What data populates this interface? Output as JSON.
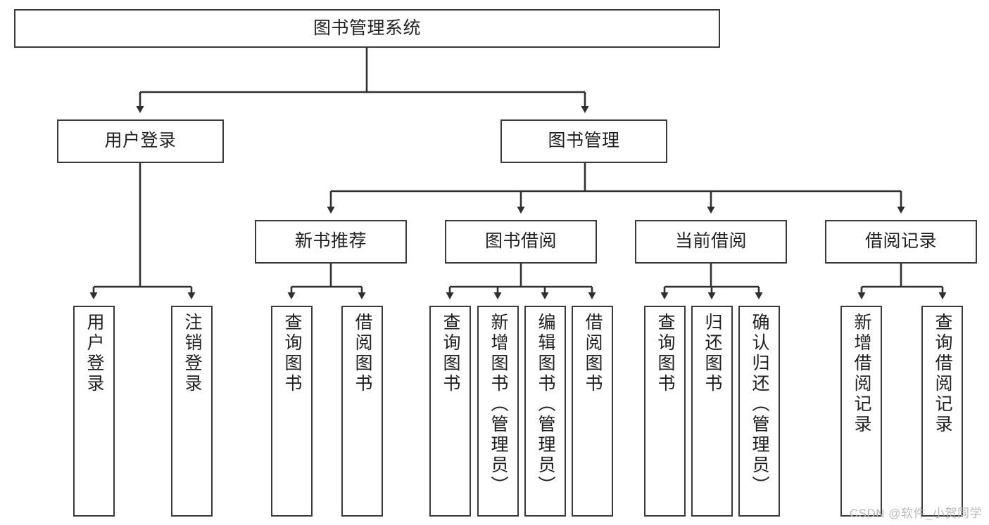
{
  "diagram": {
    "type": "tree",
    "title": "图书管理系统",
    "orientation": "top-down",
    "colors": {
      "background": "#ffffff",
      "node_border": "#3a3a3a",
      "node_fill": "#ffffff",
      "edge": "#2f2f2f",
      "text": "#1f1f1f",
      "watermark": "#b9b9b9"
    },
    "nodes": {
      "root": {
        "label": "图书管理系统"
      },
      "level2": [
        {
          "label": "用户登录"
        },
        {
          "label": "图书管理"
        }
      ],
      "level3": [
        {
          "label": "新书推荐"
        },
        {
          "label": "图书借阅"
        },
        {
          "label": "当前借阅"
        },
        {
          "label": "借阅记录"
        }
      ],
      "leaves": {
        "user_login": [
          {
            "label": "用户登录"
          },
          {
            "label": "注销登录"
          }
        ],
        "new_book_recommend": [
          {
            "label": "查询图书"
          },
          {
            "label": "借阅图书"
          }
        ],
        "book_borrow": [
          {
            "label": "查询图书"
          },
          {
            "label": "新增图书（管理员）"
          },
          {
            "label": "编辑图书（管理员）"
          },
          {
            "label": "借阅图书"
          }
        ],
        "current_borrow": [
          {
            "label": "查询图书"
          },
          {
            "label": "归还图书"
          },
          {
            "label": "确认归还（管理员）"
          }
        ],
        "borrow_record": [
          {
            "label": "新增借阅记录"
          },
          {
            "label": "查询借阅记录"
          }
        ]
      }
    },
    "watermark": "CSDN @软件_小贺同学"
  }
}
